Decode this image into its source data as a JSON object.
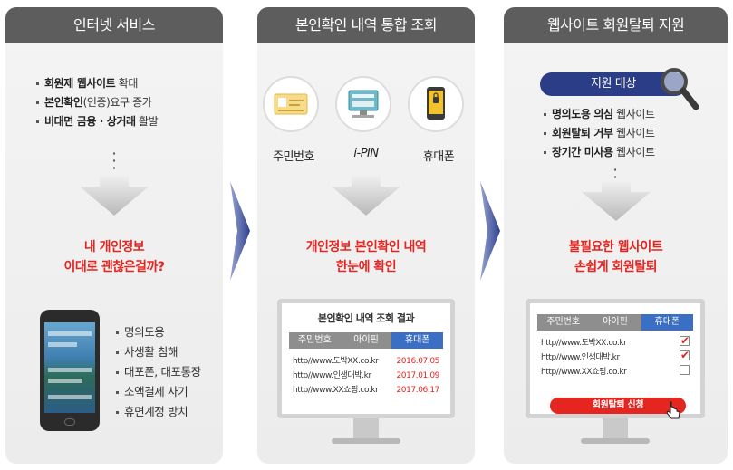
{
  "panel1": {
    "title": "인터넷 서비스",
    "bullets": [
      {
        "strong": "회원제 웹사이트",
        "rest": " 확대"
      },
      {
        "strong": "본인확인",
        "rest": "(인증)요구 증가"
      },
      {
        "strong": "비대면 금융 · 상거래",
        "rest": " 활발"
      }
    ],
    "question_line1": "내 개인정보",
    "question_line2": "이대로 괜찮은걸까?",
    "risks": [
      "명의도용",
      "사생활 침해",
      "대포폰, 대포통장",
      "소액결제 사기",
      "휴면계정 방치"
    ]
  },
  "panel2": {
    "title": "본인확인 내역 통합 조회",
    "methods": [
      "주민번호",
      "i-PIN",
      "휴대폰"
    ],
    "result_line1": "개인정보 본인확인 내역",
    "result_line2": "한눈에 확인",
    "screen": {
      "title": "본인확인 내역 조회 결과",
      "columns": [
        "주민번호",
        "아이핀",
        "휴대폰"
      ],
      "rows": [
        {
          "site": "http//www.도박XX.co.kr",
          "date": "2016.07.05"
        },
        {
          "site": "http//www.인생대박.kr",
          "date": "2017.01.09"
        },
        {
          "site": "http//www.XX쇼핑.co.kr",
          "date": "2017.06.17"
        }
      ]
    }
  },
  "panel3": {
    "title": "웹사이트 회원탈퇴 지원",
    "target_label": "지원 대상",
    "bullets": [
      {
        "strong": "명의도용 의심",
        "rest": " 웹사이트"
      },
      {
        "strong": "회원탈퇴 거부",
        "rest": " 웹사이트"
      },
      {
        "strong": "장기간 미사용",
        "rest": " 웹사이트"
      }
    ],
    "result_line1": "불필요한 웹사이트",
    "result_line2": "손쉽게 회원탈퇴",
    "screen": {
      "columns": [
        "주민번호",
        "아이핀",
        "휴대폰"
      ],
      "rows": [
        {
          "site": "http//www.도박XX.co.kr",
          "checked": true
        },
        {
          "site": "http//www.인생대박.kr",
          "checked": true
        },
        {
          "site": "http//www.XX쇼핑.co.kr",
          "checked": false
        }
      ],
      "button": "회원탈퇴 신청"
    }
  },
  "colors": {
    "accent_red": "#e52520",
    "navy": "#2a3d86",
    "chevron": "#3c4f9a",
    "header": "#5d5d5d"
  }
}
